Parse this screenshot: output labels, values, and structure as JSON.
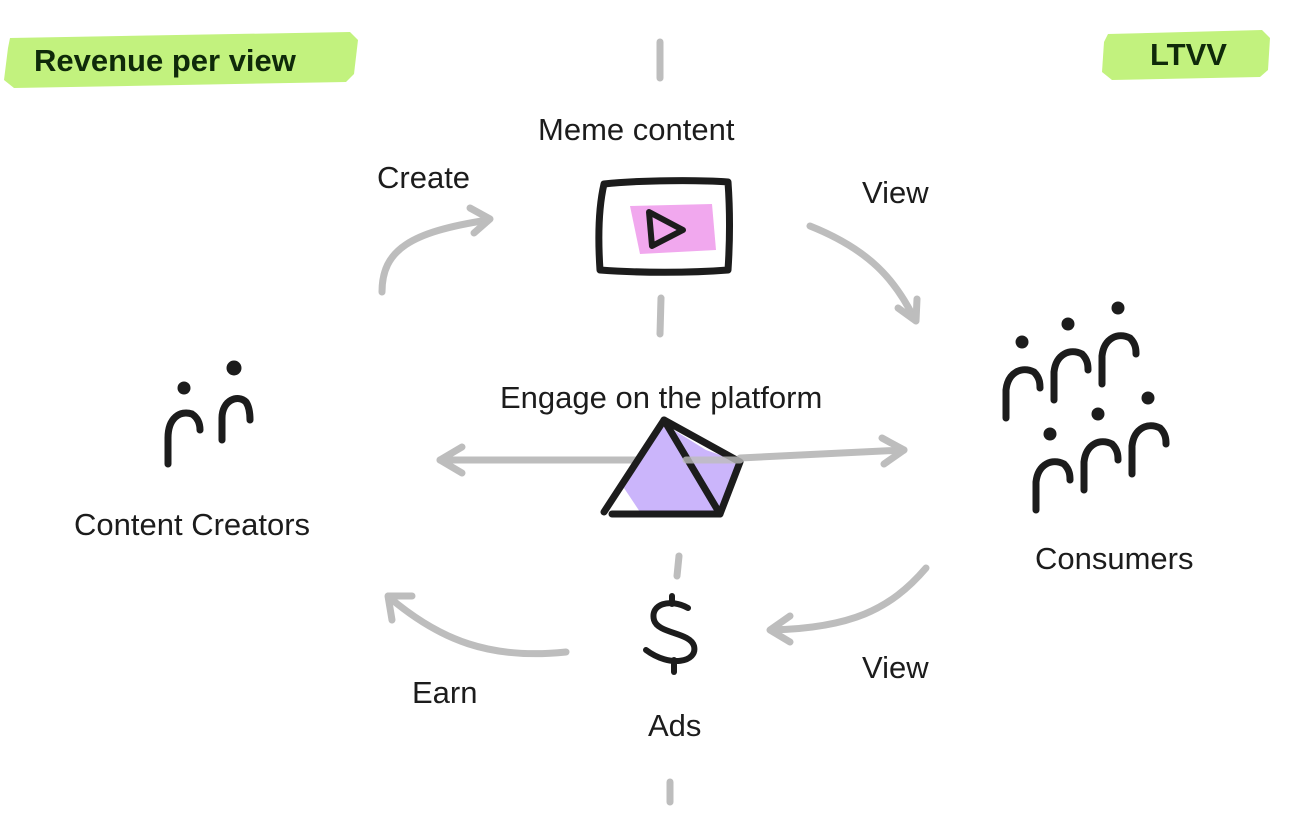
{
  "highlights": {
    "left": "Revenue per view",
    "right": "LTVV"
  },
  "nodes": {
    "content": "Meme content",
    "creators": "Content Creators",
    "consumers": "Consumers",
    "ads": "Ads",
    "platform": "Engage on the platform"
  },
  "edges": {
    "create": "Create",
    "view_top": "View",
    "view_bottom": "View",
    "earn": "Earn"
  },
  "colors": {
    "highlight": "#c2f27e",
    "arrow": "#bdbdbd",
    "ink": "#1c1c1c",
    "video_fill": "#f1a8ee",
    "platform_fill": "#cbb5fb"
  },
  "icons": {
    "content": "video-play-icon",
    "creators": "people-icon",
    "consumers": "crowd-icon",
    "ads": "dollar-icon",
    "platform": "tent-icon"
  }
}
